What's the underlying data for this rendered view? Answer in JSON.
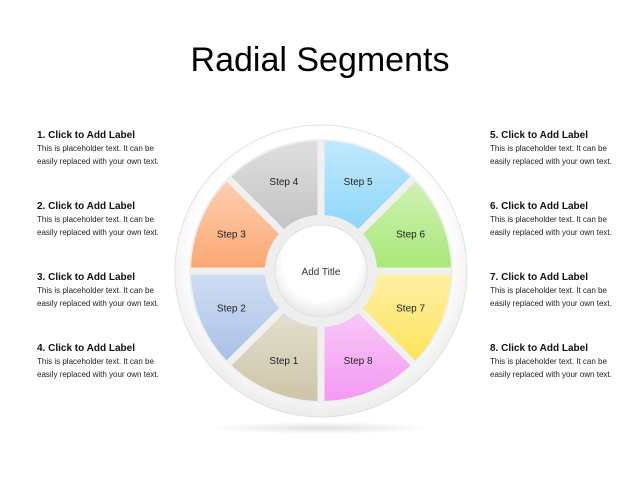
{
  "title": "Radial Segments",
  "center_label": "Add Title",
  "labels": [
    {
      "heading": "1. Click to Add Label",
      "body": "This is placeholder text. It can be easily replaced with your own text."
    },
    {
      "heading": "2. Click to Add Label",
      "body": "This is placeholder text. It can be easily replaced with your own text."
    },
    {
      "heading": "3. Click to Add Label",
      "body": "This is placeholder text. It can be easily replaced with your own text."
    },
    {
      "heading": "4. Click to Add Label",
      "body": "This is placeholder text. It can be easily replaced with your own text."
    },
    {
      "heading": "5. Click to Add Label",
      "body": "This is placeholder text. It can be easily replaced with your own text."
    },
    {
      "heading": "6. Click to Add Label",
      "body": "This is placeholder text. It can be easily replaced with your own text."
    },
    {
      "heading": "7. Click to Add Label",
      "body": "This is placeholder text. It can be easily replaced with your own text."
    },
    {
      "heading": "8. Click to Add Label",
      "body": "This is placeholder text. It can be easily replaced with your own text."
    }
  ],
  "segments": [
    {
      "label": "Step 1",
      "color": "#cdc5a8"
    },
    {
      "label": "Step 2",
      "color": "#a9c1e8"
    },
    {
      "label": "Step 3",
      "color": "#fba873"
    },
    {
      "label": "Step 4",
      "color": "#c4c4c4"
    },
    {
      "label": "Step 5",
      "color": "#8fd6fb"
    },
    {
      "label": "Step 6",
      "color": "#a9e878"
    },
    {
      "label": "Step 7",
      "color": "#fde45a"
    },
    {
      "label": "Step 8",
      "color": "#f39af2"
    }
  ]
}
